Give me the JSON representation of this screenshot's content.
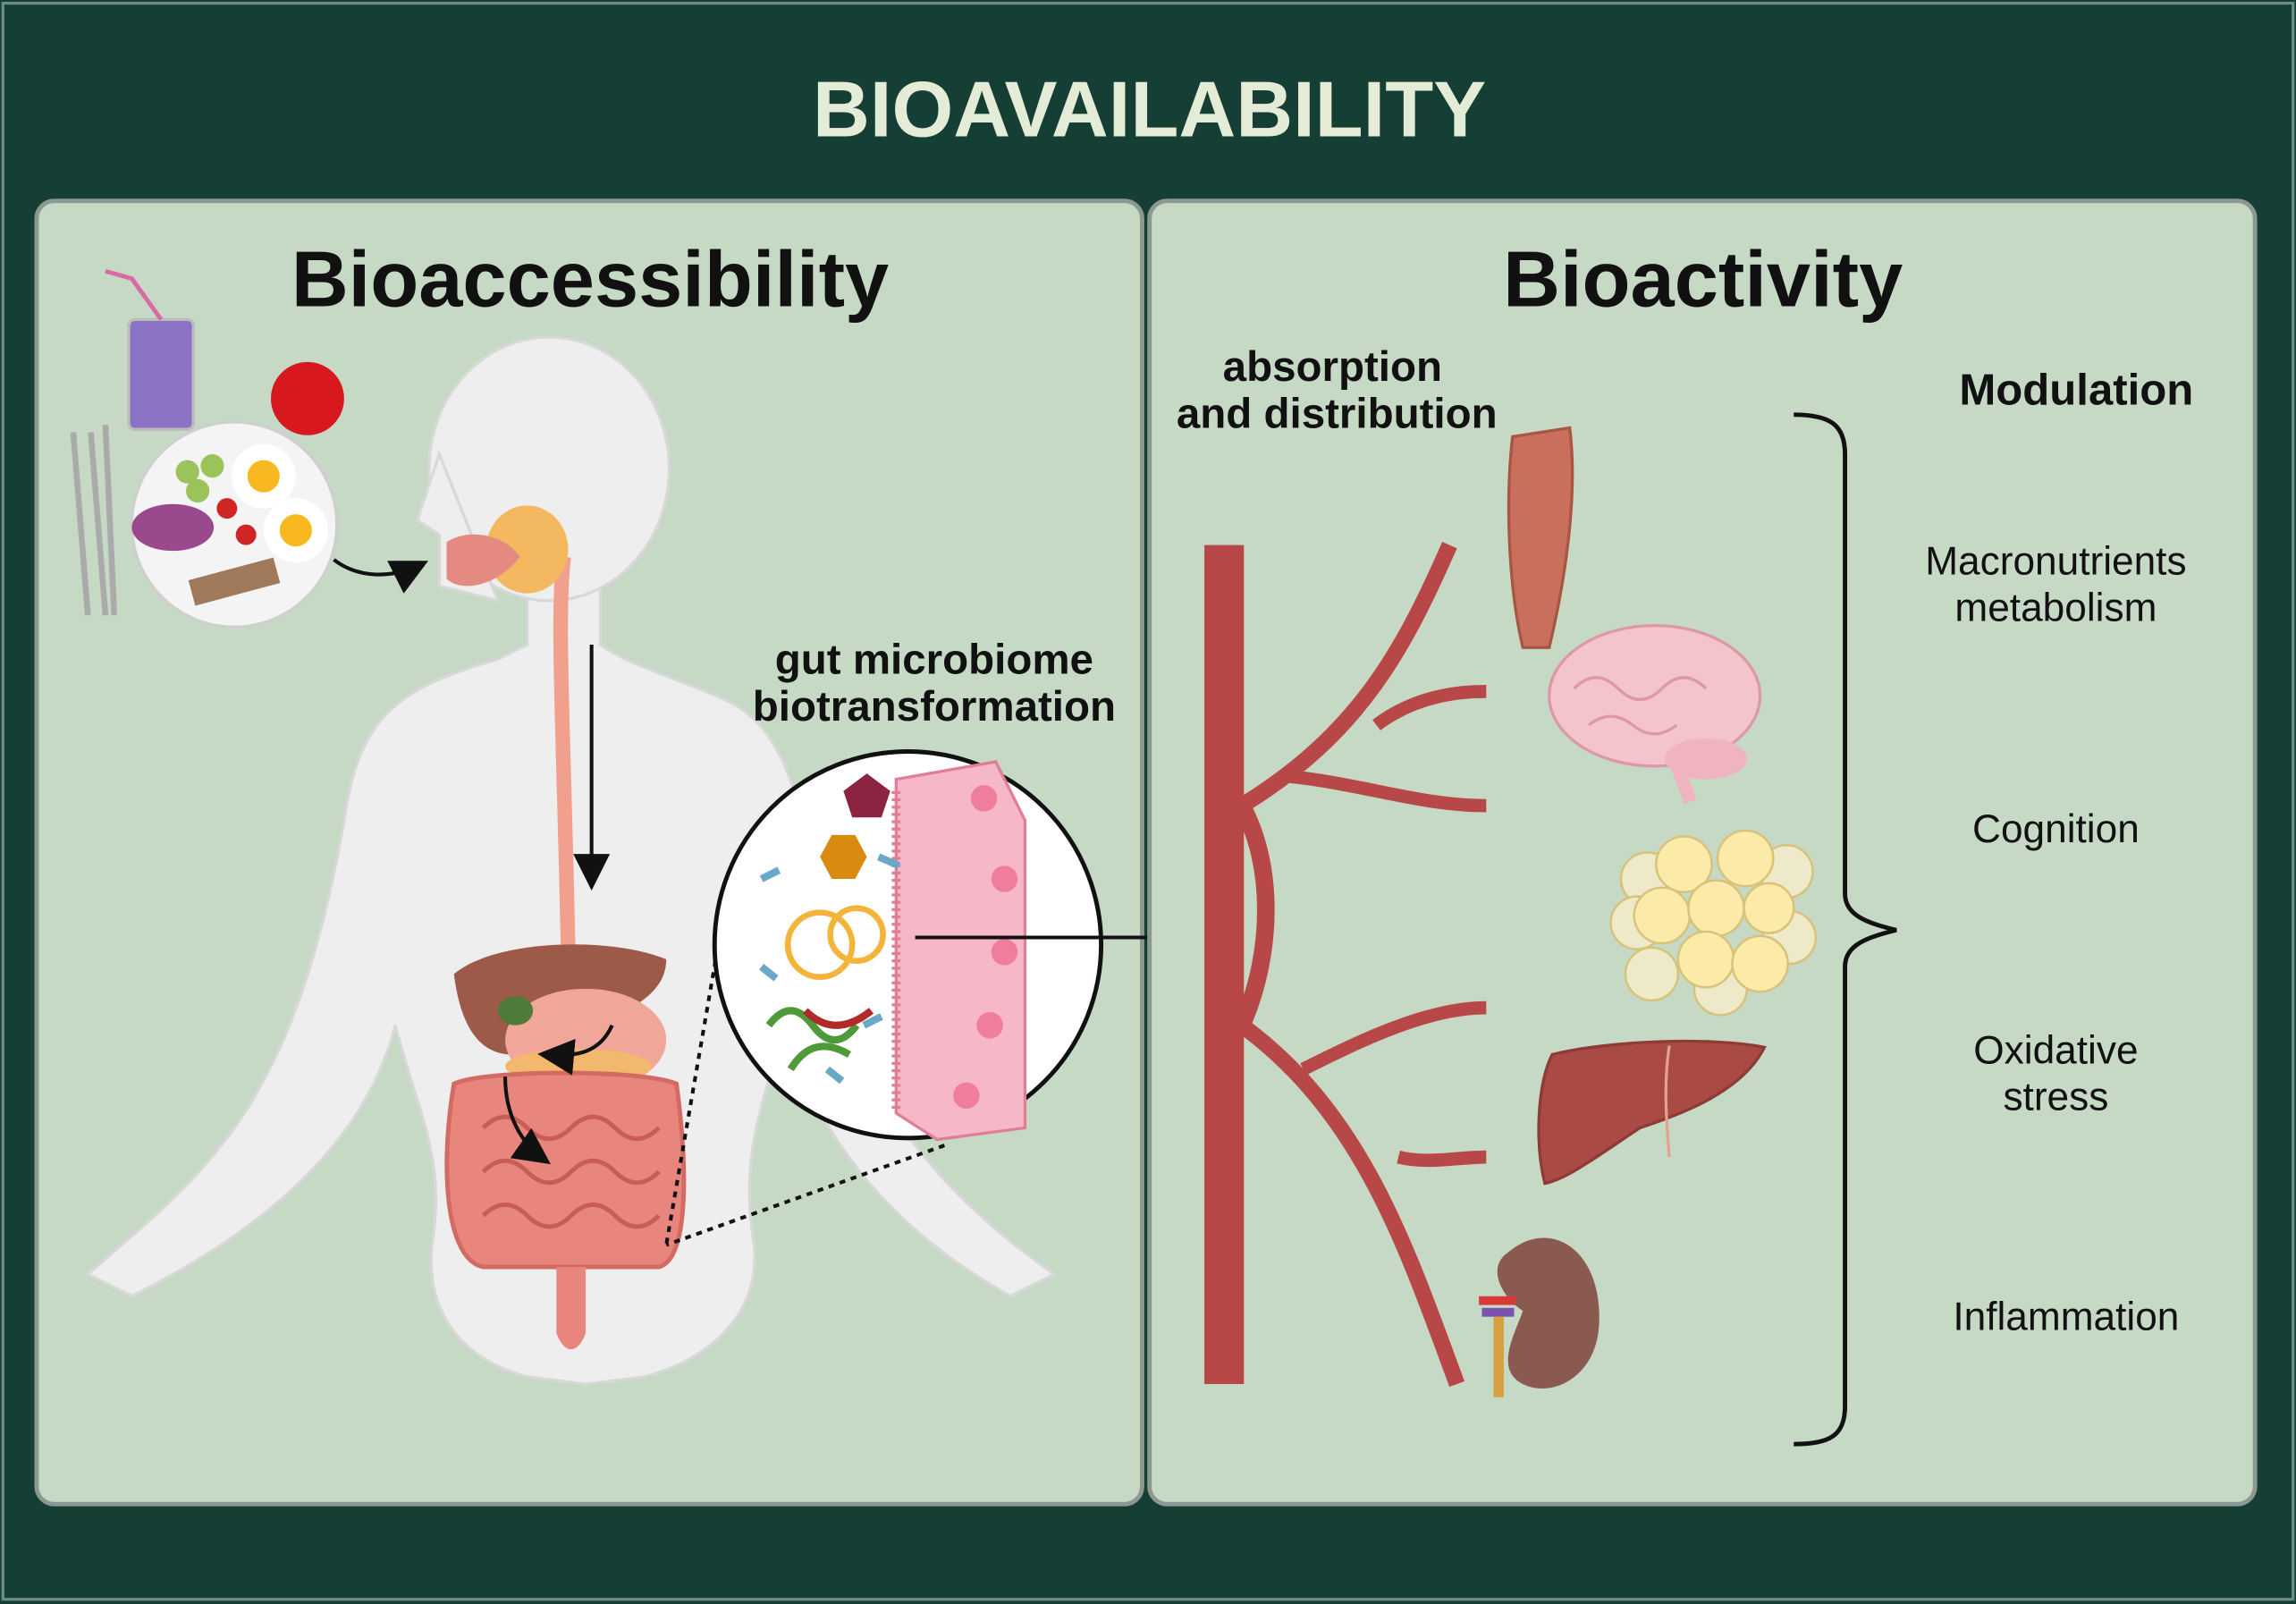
{
  "title": "BIOAVAILABILITY",
  "left_panel": {
    "heading": "Bioaccessibility",
    "gut_label_line1": "gut microbiome",
    "gut_label_line2": "biotransformation"
  },
  "right_panel": {
    "heading": "Bioactivity",
    "absorption_line1": "absorption",
    "absorption_line2": "and distribution",
    "modulation_heading": "Modulation",
    "effects": [
      {
        "line1": "Macronutrients",
        "line2": "metabolism"
      },
      {
        "line1": "Cognition"
      },
      {
        "line1": "Oxidative",
        "line2": "stress"
      },
      {
        "line1": "Inflammation"
      }
    ]
  },
  "colors": {
    "background": "#153f35",
    "panel": "#c6d9c5",
    "title": "#e4ebd6",
    "vessel": "#b84848"
  }
}
